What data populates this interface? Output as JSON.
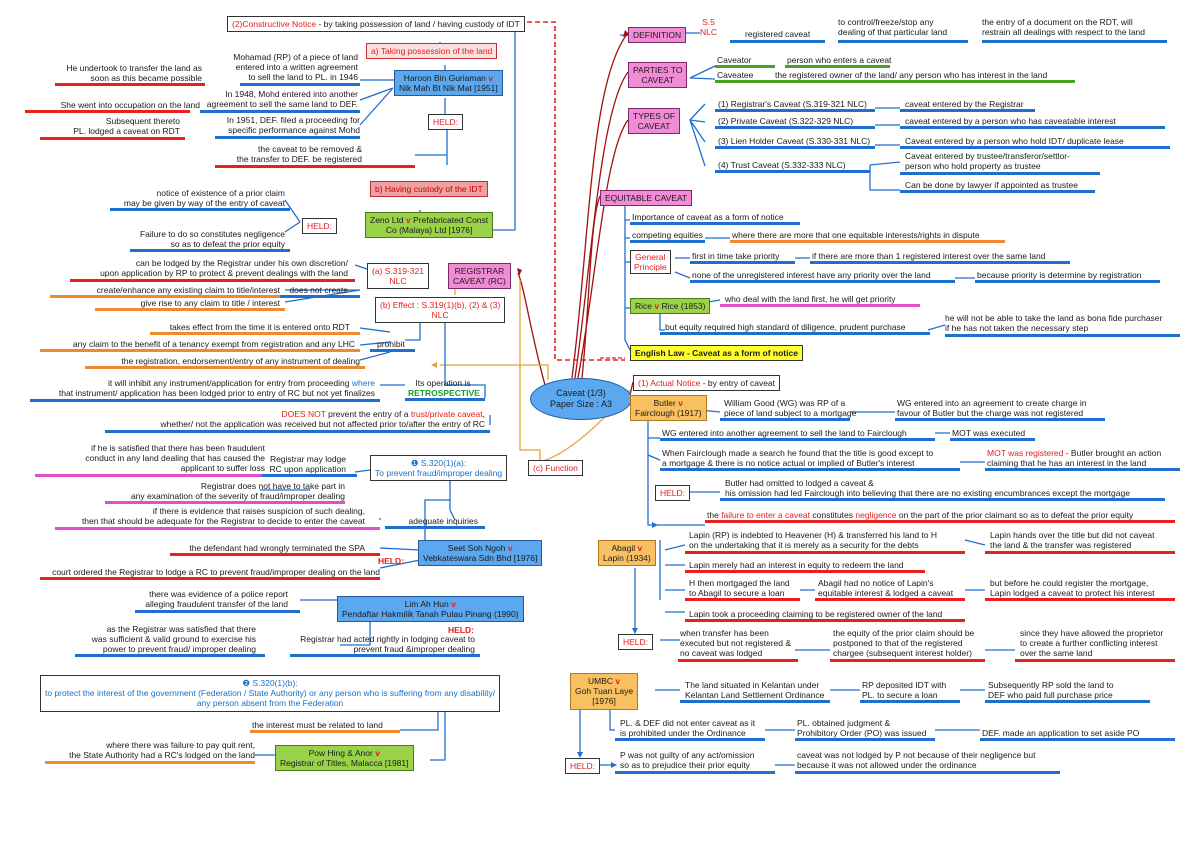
{
  "center": {
    "title": "Caveat (1/3)",
    "subtitle": "Paper Size : A3"
  },
  "constructive": {
    "heading_red": "(2)Constructive Notice",
    "heading_rest": " - by taking possession of land / having custody of IDT",
    "a_label": "a) Taking possession of the land",
    "b_label": "b) Having custody of the IDT",
    "haroon": {
      "case": "Haroon Bin Guriaman",
      "v": "v",
      "case2": "Nik Mah Bt Nik Mat [1951]"
    },
    "haroon_facts": [
      "Mohamad (RP) of a piece of land\nentered into a written agreement\nto sell the land to PL. in 1946",
      "He undertook to transfer the land as\nsoon as this became possible",
      "In 1948, Mohd entered into another\nagreement to sell the same land to DEF.",
      "She went into occupation on the land",
      "In 1951, DEF. filed a proceeding for\nspecific performance against Mohd",
      "Subsequent thereto\nPL. lodged a caveat on RDT"
    ],
    "held": "HELD:",
    "haroon_held": "the caveat to be removed &\nthe transfer to DEF. be registered",
    "zeno": {
      "case": "Zeno Ltd",
      "v": "v",
      "case2": "Prefabricated Const\nCo (Malaya) Ltd [1976]"
    },
    "zeno_held": [
      "notice of existence of a prior claim\nmay be given by way of the entry of caveat",
      "Failure to do so constitutes negligence\nso as to defeat the prior equity"
    ]
  },
  "rc": {
    "box": "REGISTRAR\nCAVEAT (RC)",
    "a_label": "(a) S.319-321\nNLC",
    "a_points": [
      "can be lodged by the Registrar under his own discretion/\nupon application by RP to protect & prevent dealings with the land",
      "does not create",
      "create/enhance any existing claim to title/interest",
      "give rise to any claim to title / interest"
    ],
    "b_label": "(b) Effect : S.319(1)(b), (2) & (3)\nNLC",
    "prohibit": "prohibit",
    "prohibit_items": [
      "takes effect from the time it is entered onto RDT",
      "any claim to the benefit of a tenancy exempt from registration and any LHC",
      "the registration, endorsement/entry of any instrument of dealing"
    ],
    "op_label": "Its operation is",
    "op_value": "RETROSPECTIVE",
    "op_text1": "it will inhibit any instrument/application for entry from proceeding ",
    "op_where": "where",
    "op_text2": "that instrument/ application has been lodged prior to entry of RC but not yet finalizes",
    "does_not": "DOES NOT",
    "dn_1": " prevent the entry of a ",
    "dn_trust": "trust/private caveat",
    "dn_2": ",\nwhether/ not the application was received but not affected prior to/after the entry of RC",
    "c_label": "(c) Function",
    "s320a_title": "❶ S.320(1)(a):",
    "s320a_sub": "To prevent fraud/improper dealing",
    "s320a_points": [
      "if he is satisfied that there has been fraudulent\nconduct in any land dealing that has caused the\napplicant to suffer loss",
      "Registrar may lodge\nRC upon application",
      "Registrar does not have to take part in\nany examination of the severity of fraud/improper dealing",
      "if there is evidence that raises suspicion of such dealing,\nthen that should be adequate for the Registrar to decide to enter the caveat",
      "adequate inquiries"
    ],
    "seet": {
      "case": "Seet Soh Ngoh",
      "v": "v",
      "case2": "Vebkateswara Sdn Bhd [1976]"
    },
    "seet_held": [
      "the defendant had wrongly terminated the SPA",
      "court ordered the Registrar to lodge a RC to prevent fraud/improper dealing on the land"
    ],
    "lim": {
      "case": "Lim Ah Hun",
      "v": "v",
      "case2": "Pendaftar Hakmilik Tanah Pulau Pinang (1990)"
    },
    "lim_held": [
      "there was evidence of a police report\nalleging fraudulent transfer of the land",
      "as the Registrar was satisfied that there\nwas sufficient & valid ground to exercise his\npower to prevent fraud/ improper dealing",
      "Registrar had acted rightly in lodging caveat to\nprevent fraud &improper dealing"
    ],
    "s320b_title": "❷ S.320(1)(b):",
    "s320b_sub": "to protect the interest of the government (Federation / State Authority) or any person who is suffering from any disability/\nany person absent from the Federation",
    "s320b_points": [
      "the interest must be related to land",
      "where there was failure to pay quit rent,\nthe State Authority had a RC's lodged on the land"
    ],
    "pow": {
      "case": "Pow Hing & Anor",
      "v": "v",
      "case2": "Registrar of Titles, Malacca [1981]"
    }
  },
  "definition": {
    "label": "DEFINITION",
    "ref": "S.5\nNLC",
    "parts": [
      "registered caveat",
      "to control/freeze/stop any\ndealing of that particular land",
      "the entry of a document on the RDT, will\nrestrain all dealings with respect to the land"
    ]
  },
  "parties": {
    "label": "PARTIES TO\nCAVEAT",
    "items": [
      {
        "name": "Caveator",
        "desc": "person who enters a caveat"
      },
      {
        "name": "Caveatee",
        "desc": "the registered owner of the land/ any person who has interest in the land"
      }
    ]
  },
  "types": {
    "label": "TYPES OF\nCAVEAT",
    "items": [
      {
        "name": "(1) Registrar's Caveat (S.319-321 NLC)",
        "desc": "caveat entered by the Registrar"
      },
      {
        "name": "(2) Private Caveat (S.322-329 NLC)",
        "desc": "caveat entered by a person who has caveatable interest"
      },
      {
        "name": "(3) Lien Holder Caveat (S.330-331 NLC)",
        "desc": "Caveat entered by a person who hold IDT/ duplicate lease"
      },
      {
        "name": "(4) Trust Caveat (S.332-333 NLC)",
        "desc": "Caveat entered by trustee/transferor/settlor-\nperson who hold property as trustee"
      }
    ],
    "extra": "Can be done by lawyer if appointed as trustee"
  },
  "equitable": {
    "label": "EQUITABLE CAVEAT",
    "importance": "Importance of caveat as a form of notice",
    "competing": "competing equities",
    "competing_desc": "where there are more that one equitable interests/rights in dispute",
    "principle": "General\nPrinciple",
    "principle_items": [
      "first in time take priority",
      "if there are more than 1 registered interest over the same land",
      "none of the unregistered interest have any priority over the land",
      "because priority is determine by registration"
    ],
    "rice": {
      "case": "Rice",
      "v": "v",
      "case2": "Rice (1853)"
    },
    "rice_points": [
      "who deal with the land first, he will get priority",
      "but equity required high standard of diligence, prudent purchase",
      "he will not be able to take the land as bona fide purchaser\nif he has not taken the necessary step"
    ],
    "english": "English Law - Caveat as a form of notice"
  },
  "actual": {
    "heading_red": "(1) Actual Notice",
    "heading_rest": " - by entry of caveat",
    "butler": {
      "case": "Butler",
      "v": "v",
      "case2": "Fairclough (1917)"
    },
    "butler_facts": [
      "William Good (WG) was RP of a\npiece of land subject to a mortgage",
      "WG entered into an agreement to create charge in\nfavour of Butler but the charge was not registered",
      "WG entered into another agreement to sell the land to Fairclough",
      "MOT was executed",
      "When Fairclough made a search he found that the title is good except to\na mortgage & there is no notice actual or implied of Butler's interest",
      "MOT was registered",
      " - Butler brought an action\nclaiming that he has an interest in the land"
    ],
    "held": "HELD:",
    "butler_held": [
      "Butler had omitted to lodged a caveat &\nhis omission had led Fairclough into believing that there are no existing encumbrances except the mortgage"
    ],
    "butler_held2_a": "the ",
    "butler_held2_b": "failure to enter a caveat",
    "butler_held2_c": " constitutes ",
    "butler_held2_d": "negligence",
    "butler_held2_e": " on the part of the prior claimant so as to defeat the prior equity",
    "abagil": {
      "case": "Abagil",
      "v": "v",
      "case2": "Lapin (1934)"
    },
    "abagil_facts": [
      "Lapin (RP) is indebted to Heavener (H) & transferred his land to H\non the undertaking that it is merely as a security for the debts",
      "Lapin hands over the title but did not caveat\nthe land & the transfer was registered",
      "Lapin merely had an interest in equity to redeem the land",
      "H then mortgaged the land\nto Abagil to secure a loan",
      "Abagil had no notice of Lapin's\nequitable interest & lodged a caveat",
      "but before he could register the mortgage,\nLapin lodged a caveat to protect his interest",
      "Lapin took a proceeding claiming to be registered owner of the land"
    ],
    "abagil_held": [
      "when transfer has been\nexecuted but not registered &\nno caveat was lodged",
      "the equity of the prior claim should be\npostponed to that of the registered\nchargee (subsequent interest holder)",
      "since they have allowed the proprietor\nto create a further conflicting interest\nover the same land"
    ],
    "umbc": {
      "case": "UMBC",
      "v": "v",
      "case2": "Goh Tuan Laye\n[1976]"
    },
    "umbc_facts": [
      "The land situated in Kelantan under\nKelantan Land Settlement Ordinance",
      "RP deposited IDT with\nPL. to secure a loan",
      "Subsequently RP sold the land to\nDEF who paid full purchase price",
      "PL. & DEF did not enter caveat as it\nis prohibited under the Ordinance",
      "PL. obtained judgment &\nProhibitory Order (PO) was issued",
      "DEF. made an application to set aside PO"
    ],
    "umbc_held": [
      "P was not guilty of any act/omission\nso as to prejudice their prior equity",
      "caveat was not lodged by P not because of their negligence but\nbecause it was not allowed under the ordinance"
    ]
  },
  "colors": {
    "red": "#e82020",
    "blue": "#1f6fd0",
    "orange": "#f08a30",
    "green": "#4aa020",
    "pink": "#e050c8"
  }
}
